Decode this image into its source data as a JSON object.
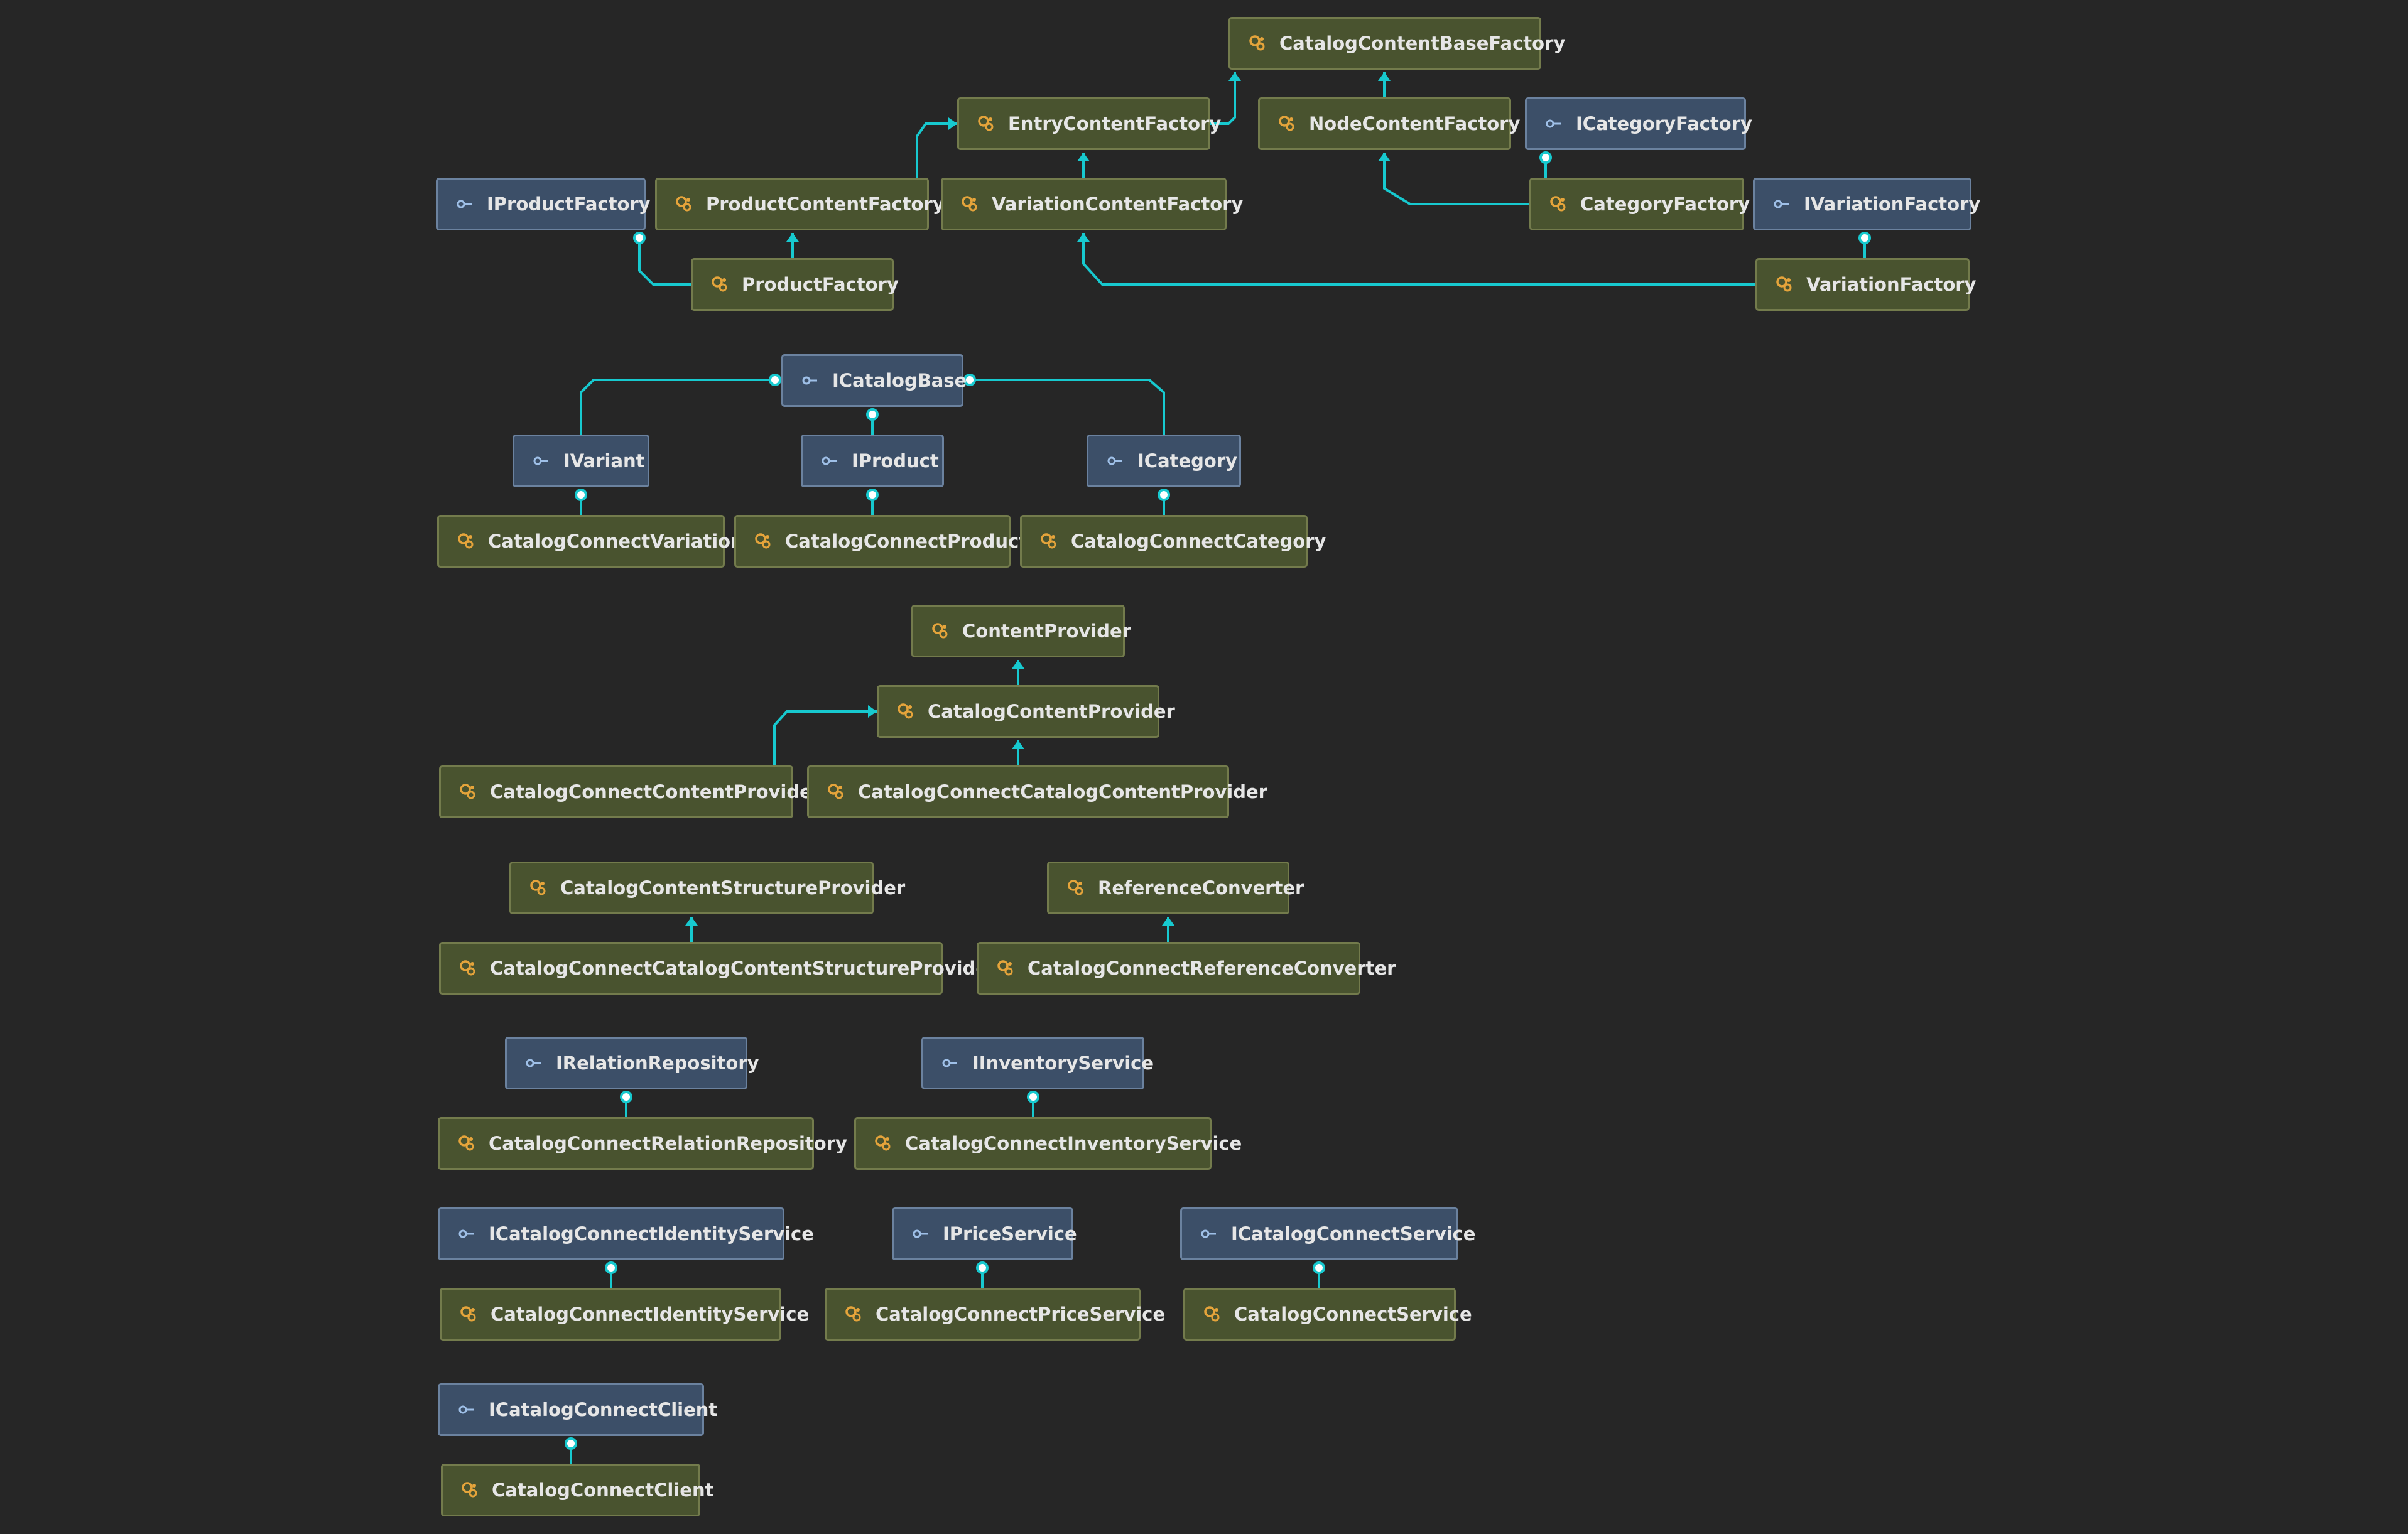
{
  "colors": {
    "background": "#262626",
    "class_fill": "#49532f",
    "interface_fill": "#3c4f68",
    "connector": "#17c9cf",
    "class_icon": "#e5a43b",
    "interface_icon": "#9fc0e8"
  },
  "icons": {
    "class": "class-icon",
    "interface": "interface-icon"
  },
  "nodes": [
    {
      "id": "catalogContentBaseFactory",
      "label": "CatalogContentBaseFactory",
      "kind": "class"
    },
    {
      "id": "entryContentFactory",
      "label": "EntryContentFactory",
      "kind": "class"
    },
    {
      "id": "nodeContentFactory",
      "label": "NodeContentFactory",
      "kind": "class"
    },
    {
      "id": "iCategoryFactory",
      "label": "ICategoryFactory",
      "kind": "interface"
    },
    {
      "id": "iProductFactory",
      "label": "IProductFactory",
      "kind": "interface"
    },
    {
      "id": "productContentFactory",
      "label": "ProductContentFactory",
      "kind": "class"
    },
    {
      "id": "variationContentFactory",
      "label": "VariationContentFactory",
      "kind": "class"
    },
    {
      "id": "categoryFactory",
      "label": "CategoryFactory",
      "kind": "class"
    },
    {
      "id": "iVariationFactory",
      "label": "IVariationFactory",
      "kind": "interface"
    },
    {
      "id": "productFactory",
      "label": "ProductFactory",
      "kind": "class"
    },
    {
      "id": "variationFactory",
      "label": "VariationFactory",
      "kind": "class"
    },
    {
      "id": "iCatalogBase",
      "label": "ICatalogBase",
      "kind": "interface"
    },
    {
      "id": "iVariant",
      "label": "IVariant",
      "kind": "interface"
    },
    {
      "id": "iProduct",
      "label": "IProduct",
      "kind": "interface"
    },
    {
      "id": "iCategory",
      "label": "ICategory",
      "kind": "interface"
    },
    {
      "id": "catalogConnectVariation",
      "label": "CatalogConnectVariation",
      "kind": "class"
    },
    {
      "id": "catalogConnectProduct",
      "label": "CatalogConnectProduct",
      "kind": "class"
    },
    {
      "id": "catalogConnectCategory",
      "label": "CatalogConnectCategory",
      "kind": "class"
    },
    {
      "id": "contentProvider",
      "label": "ContentProvider",
      "kind": "class"
    },
    {
      "id": "catalogContentProvider",
      "label": "CatalogContentProvider",
      "kind": "class"
    },
    {
      "id": "catalogConnectContentProvider",
      "label": "CatalogConnectContentProvider",
      "kind": "class"
    },
    {
      "id": "catalogConnectCatalogContentProvider",
      "label": "CatalogConnectCatalogContentProvider",
      "kind": "class"
    },
    {
      "id": "catalogContentStructureProvider",
      "label": "CatalogContentStructureProvider",
      "kind": "class"
    },
    {
      "id": "referenceConverter",
      "label": "ReferenceConverter",
      "kind": "class"
    },
    {
      "id": "catalogConnectCatalogContentStructureProvider",
      "label": "CatalogConnectCatalogContentStructureProvider",
      "kind": "class"
    },
    {
      "id": "catalogConnectReferenceConverter",
      "label": "CatalogConnectReferenceConverter",
      "kind": "class"
    },
    {
      "id": "iRelationRepository",
      "label": "IRelationRepository",
      "kind": "interface"
    },
    {
      "id": "iInventoryService",
      "label": "IInventoryService",
      "kind": "interface"
    },
    {
      "id": "catalogConnectRelationRepository",
      "label": "CatalogConnectRelationRepository",
      "kind": "class"
    },
    {
      "id": "catalogConnectInventoryService",
      "label": "CatalogConnectInventoryService",
      "kind": "class"
    },
    {
      "id": "iCatalogConnectIdentityService",
      "label": "ICatalogConnectIdentityService",
      "kind": "interface"
    },
    {
      "id": "iPriceService",
      "label": "IPriceService",
      "kind": "interface"
    },
    {
      "id": "iCatalogConnectService",
      "label": "ICatalogConnectService",
      "kind": "interface"
    },
    {
      "id": "catalogConnectIdentityService",
      "label": "CatalogConnectIdentityService",
      "kind": "class"
    },
    {
      "id": "catalogConnectPriceService",
      "label": "CatalogConnectPriceService",
      "kind": "class"
    },
    {
      "id": "catalogConnectService",
      "label": "CatalogConnectService",
      "kind": "class"
    },
    {
      "id": "iCatalogConnectClient",
      "label": "ICatalogConnectClient",
      "kind": "interface"
    },
    {
      "id": "catalogConnectClient",
      "label": "CatalogConnectClient",
      "kind": "class"
    }
  ],
  "edges": [
    {
      "from": "entryContentFactory",
      "to": "catalogContentBaseFactory",
      "type": "extends"
    },
    {
      "from": "nodeContentFactory",
      "to": "catalogContentBaseFactory",
      "type": "extends"
    },
    {
      "from": "productContentFactory",
      "to": "entryContentFactory",
      "type": "extends"
    },
    {
      "from": "variationContentFactory",
      "to": "entryContentFactory",
      "type": "extends"
    },
    {
      "from": "productFactory",
      "to": "productContentFactory",
      "type": "extends"
    },
    {
      "from": "productFactory",
      "to": "iProductFactory",
      "type": "implements"
    },
    {
      "from": "categoryFactory",
      "to": "nodeContentFactory",
      "type": "extends"
    },
    {
      "from": "categoryFactory",
      "to": "iCategoryFactory",
      "type": "implements"
    },
    {
      "from": "variationFactory",
      "to": "variationContentFactory",
      "type": "extends"
    },
    {
      "from": "variationFactory",
      "to": "iVariationFactory",
      "type": "implements"
    },
    {
      "from": "iVariant",
      "to": "iCatalogBase",
      "type": "implements"
    },
    {
      "from": "iProduct",
      "to": "iCatalogBase",
      "type": "implements"
    },
    {
      "from": "iCategory",
      "to": "iCatalogBase",
      "type": "implements"
    },
    {
      "from": "catalogConnectVariation",
      "to": "iVariant",
      "type": "implements"
    },
    {
      "from": "catalogConnectProduct",
      "to": "iProduct",
      "type": "implements"
    },
    {
      "from": "catalogConnectCategory",
      "to": "iCategory",
      "type": "implements"
    },
    {
      "from": "catalogContentProvider",
      "to": "contentProvider",
      "type": "extends"
    },
    {
      "from": "catalogConnectContentProvider",
      "to": "catalogContentProvider",
      "type": "extends"
    },
    {
      "from": "catalogConnectCatalogContentProvider",
      "to": "catalogContentProvider",
      "type": "extends"
    },
    {
      "from": "catalogConnectCatalogContentStructureProvider",
      "to": "catalogContentStructureProvider",
      "type": "extends"
    },
    {
      "from": "catalogConnectReferenceConverter",
      "to": "referenceConverter",
      "type": "extends"
    },
    {
      "from": "catalogConnectRelationRepository",
      "to": "iRelationRepository",
      "type": "implements"
    },
    {
      "from": "catalogConnectInventoryService",
      "to": "iInventoryService",
      "type": "implements"
    },
    {
      "from": "catalogConnectIdentityService",
      "to": "iCatalogConnectIdentityService",
      "type": "implements"
    },
    {
      "from": "catalogConnectPriceService",
      "to": "iPriceService",
      "type": "implements"
    },
    {
      "from": "catalogConnectService",
      "to": "iCatalogConnectService",
      "type": "implements"
    },
    {
      "from": "catalogConnectClient",
      "to": "iCatalogConnectClient",
      "type": "implements"
    }
  ]
}
